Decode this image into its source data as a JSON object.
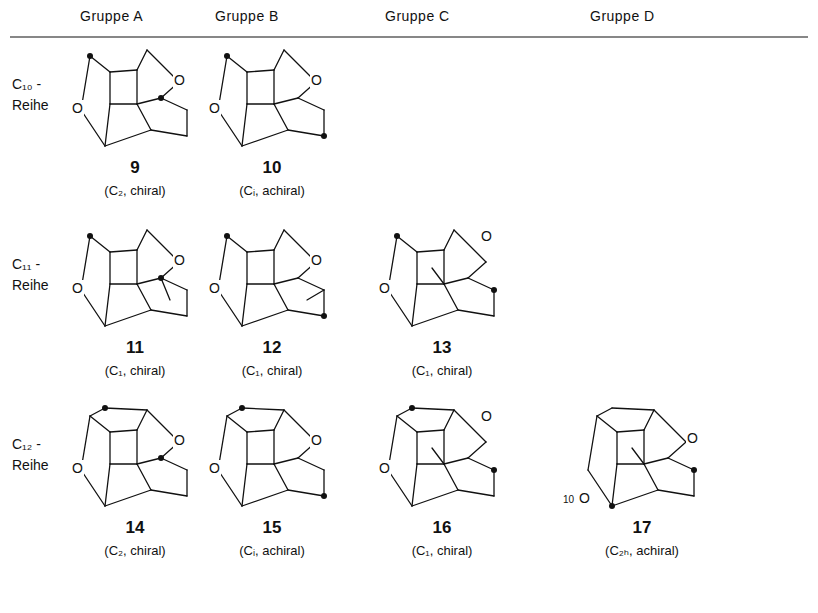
{
  "diagram": {
    "labels": [
      "Gruppe  A",
      "Gruppe  B",
      "Gruppe  C",
      "Gruppe  D",
      "C₁₀ - Reihe",
      "C₁₁ - Reihe",
      "C₁₂ - Reihe",
      "O",
      "O",
      "9",
      "(C₂,  chiral)",
      "O",
      "O",
      "10",
      "(Cᵢ,  achiral)",
      "O",
      "O",
      "11",
      "(C₁,  chiral)",
      "O",
      "O",
      "12",
      "(C₁,  chiral)",
      "O",
      "O",
      "13",
      "(C₁,  chiral)",
      "O",
      "O",
      "14",
      "(C₂,  chiral)",
      "O",
      "O",
      "15",
      "(Cᵢ,  achiral)",
      "O",
      "O",
      "16",
      "(C₁,  chiral)",
      "O",
      "10",
      "O",
      "17",
      "(C₂ₕ,  achiral)"
    ]
  }
}
